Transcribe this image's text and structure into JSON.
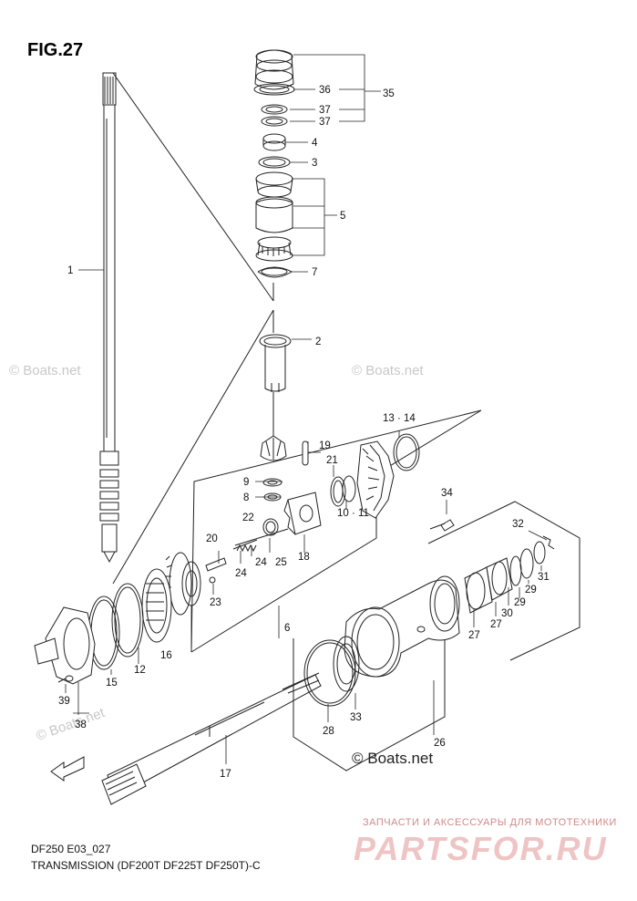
{
  "figure": {
    "title": "FIG.27",
    "code": "DF250 E03_027",
    "subtitle": "TRANSMISSION (DF200T DF225T DF250T)-C"
  },
  "watermarks": {
    "text": "© Boats.net",
    "main": "© Boats.net"
  },
  "ad": {
    "top_line": "ЗАПЧАСТИ И АКСЕССУАРЫ ДЛЯ МОТОТЕХНИКИ",
    "logo": "PARTSFOR.RU"
  },
  "callouts": [
    {
      "id": "c1",
      "text": "1"
    },
    {
      "id": "c2",
      "text": "2"
    },
    {
      "id": "c3",
      "text": "3"
    },
    {
      "id": "c4",
      "text": "4"
    },
    {
      "id": "c5",
      "text": "5"
    },
    {
      "id": "c6",
      "text": "6"
    },
    {
      "id": "c7",
      "text": "7"
    },
    {
      "id": "c8",
      "text": "8"
    },
    {
      "id": "c9",
      "text": "9"
    },
    {
      "id": "c1011",
      "text": "10 · 11"
    },
    {
      "id": "c12",
      "text": "12"
    },
    {
      "id": "c1314",
      "text": "13 · 14"
    },
    {
      "id": "c15",
      "text": "15"
    },
    {
      "id": "c16",
      "text": "16"
    },
    {
      "id": "c17",
      "text": "17"
    },
    {
      "id": "c18",
      "text": "18"
    },
    {
      "id": "c19",
      "text": "19"
    },
    {
      "id": "c20",
      "text": "20"
    },
    {
      "id": "c21",
      "text": "21"
    },
    {
      "id": "c22",
      "text": "22"
    },
    {
      "id": "c23",
      "text": "23"
    },
    {
      "id": "c24a",
      "text": "24"
    },
    {
      "id": "c24b",
      "text": "24"
    },
    {
      "id": "c25",
      "text": "25"
    },
    {
      "id": "c26",
      "text": "26"
    },
    {
      "id": "c27a",
      "text": "27"
    },
    {
      "id": "c27b",
      "text": "27"
    },
    {
      "id": "c28",
      "text": "28"
    },
    {
      "id": "c29a",
      "text": "29"
    },
    {
      "id": "c29b",
      "text": "29"
    },
    {
      "id": "c30",
      "text": "30"
    },
    {
      "id": "c31",
      "text": "31"
    },
    {
      "id": "c32",
      "text": "32"
    },
    {
      "id": "c33",
      "text": "33"
    },
    {
      "id": "c34",
      "text": "34"
    },
    {
      "id": "c35",
      "text": "35"
    },
    {
      "id": "c36",
      "text": "36"
    },
    {
      "id": "c37a",
      "text": "37"
    },
    {
      "id": "c37b",
      "text": "37"
    },
    {
      "id": "c38",
      "text": "38"
    },
    {
      "id": "c39",
      "text": "39"
    }
  ]
}
